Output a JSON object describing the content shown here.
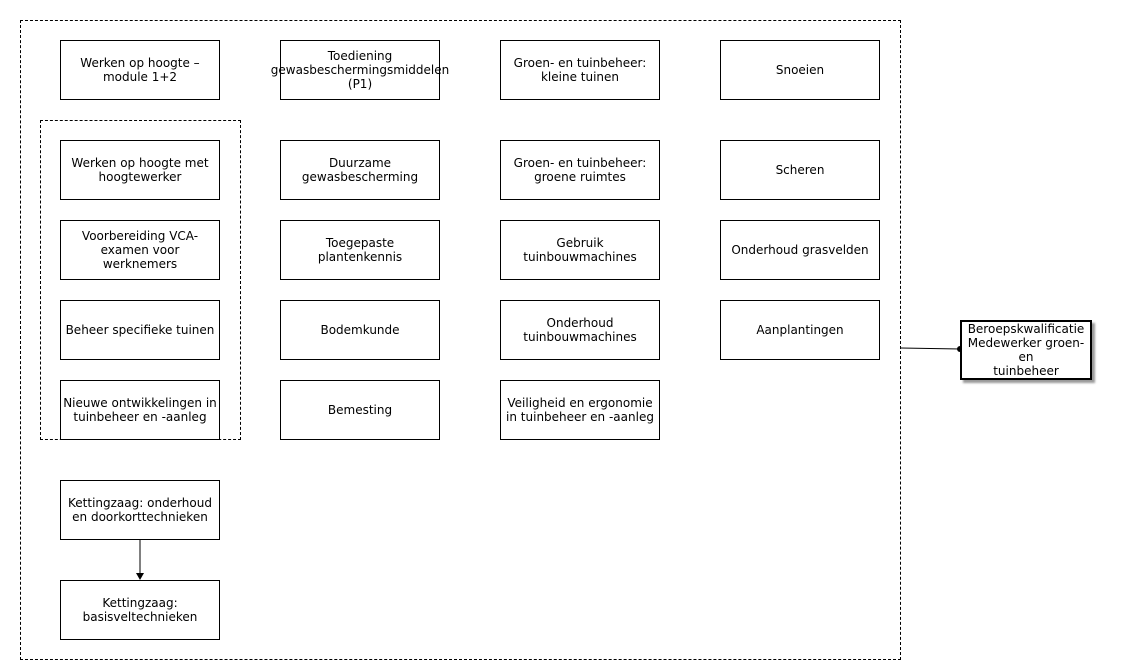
{
  "boxes": {
    "werken_op_hoogte": "Werken op hoogte –\nmodule 1+2",
    "toediening": "Toediening\ngewasbeschermingsmiddelen\n(P1)",
    "groen_kleine_tuinen": "Groen- en tuinbeheer:\nkleine tuinen",
    "snoeien": "Snoeien",
    "werken_hoogtewerker": "Werken op hoogte met\nhoogtewerker",
    "duurzame_gewasbescherming": "Duurzame\ngewasbescherming",
    "groen_groene_ruimtes": "Groen- en tuinbeheer:\ngroene ruimtes",
    "scheren": "Scheren",
    "vca_examen": "Voorbereiding VCA-\nexamen voor\nwerknemers",
    "plantenkennis": "Toegepaste\nplantenkennis",
    "gebruik_machines": "Gebruik\ntuinbouwmachines",
    "onderhoud_grasvelden": "Onderhoud grasvelden",
    "beheer_specifieke_tuinen": "Beheer specifieke tuinen",
    "bodemkunde": "Bodemkunde",
    "onderhoud_machines": "Onderhoud\ntuinbouwmachines",
    "aanplantingen": "Aanplantingen",
    "nieuwe_ontwikkelingen": "Nieuwe ontwikkelingen in\ntuinbeheer en -aanleg",
    "bemesting": "Bemesting",
    "veiligheid_ergonomie": "Veiligheid en ergonomie\nin tuinbeheer en -aanleg",
    "kettingzaag_onderhoud": "Kettingzaag: onderhoud\nen doorkorttechnieken",
    "kettingzaag_basis": "Kettingzaag:\nbasisveltechnieken"
  },
  "target": "Beroepskwalificatie\nMedewerker groen- en\ntuinbeheer"
}
